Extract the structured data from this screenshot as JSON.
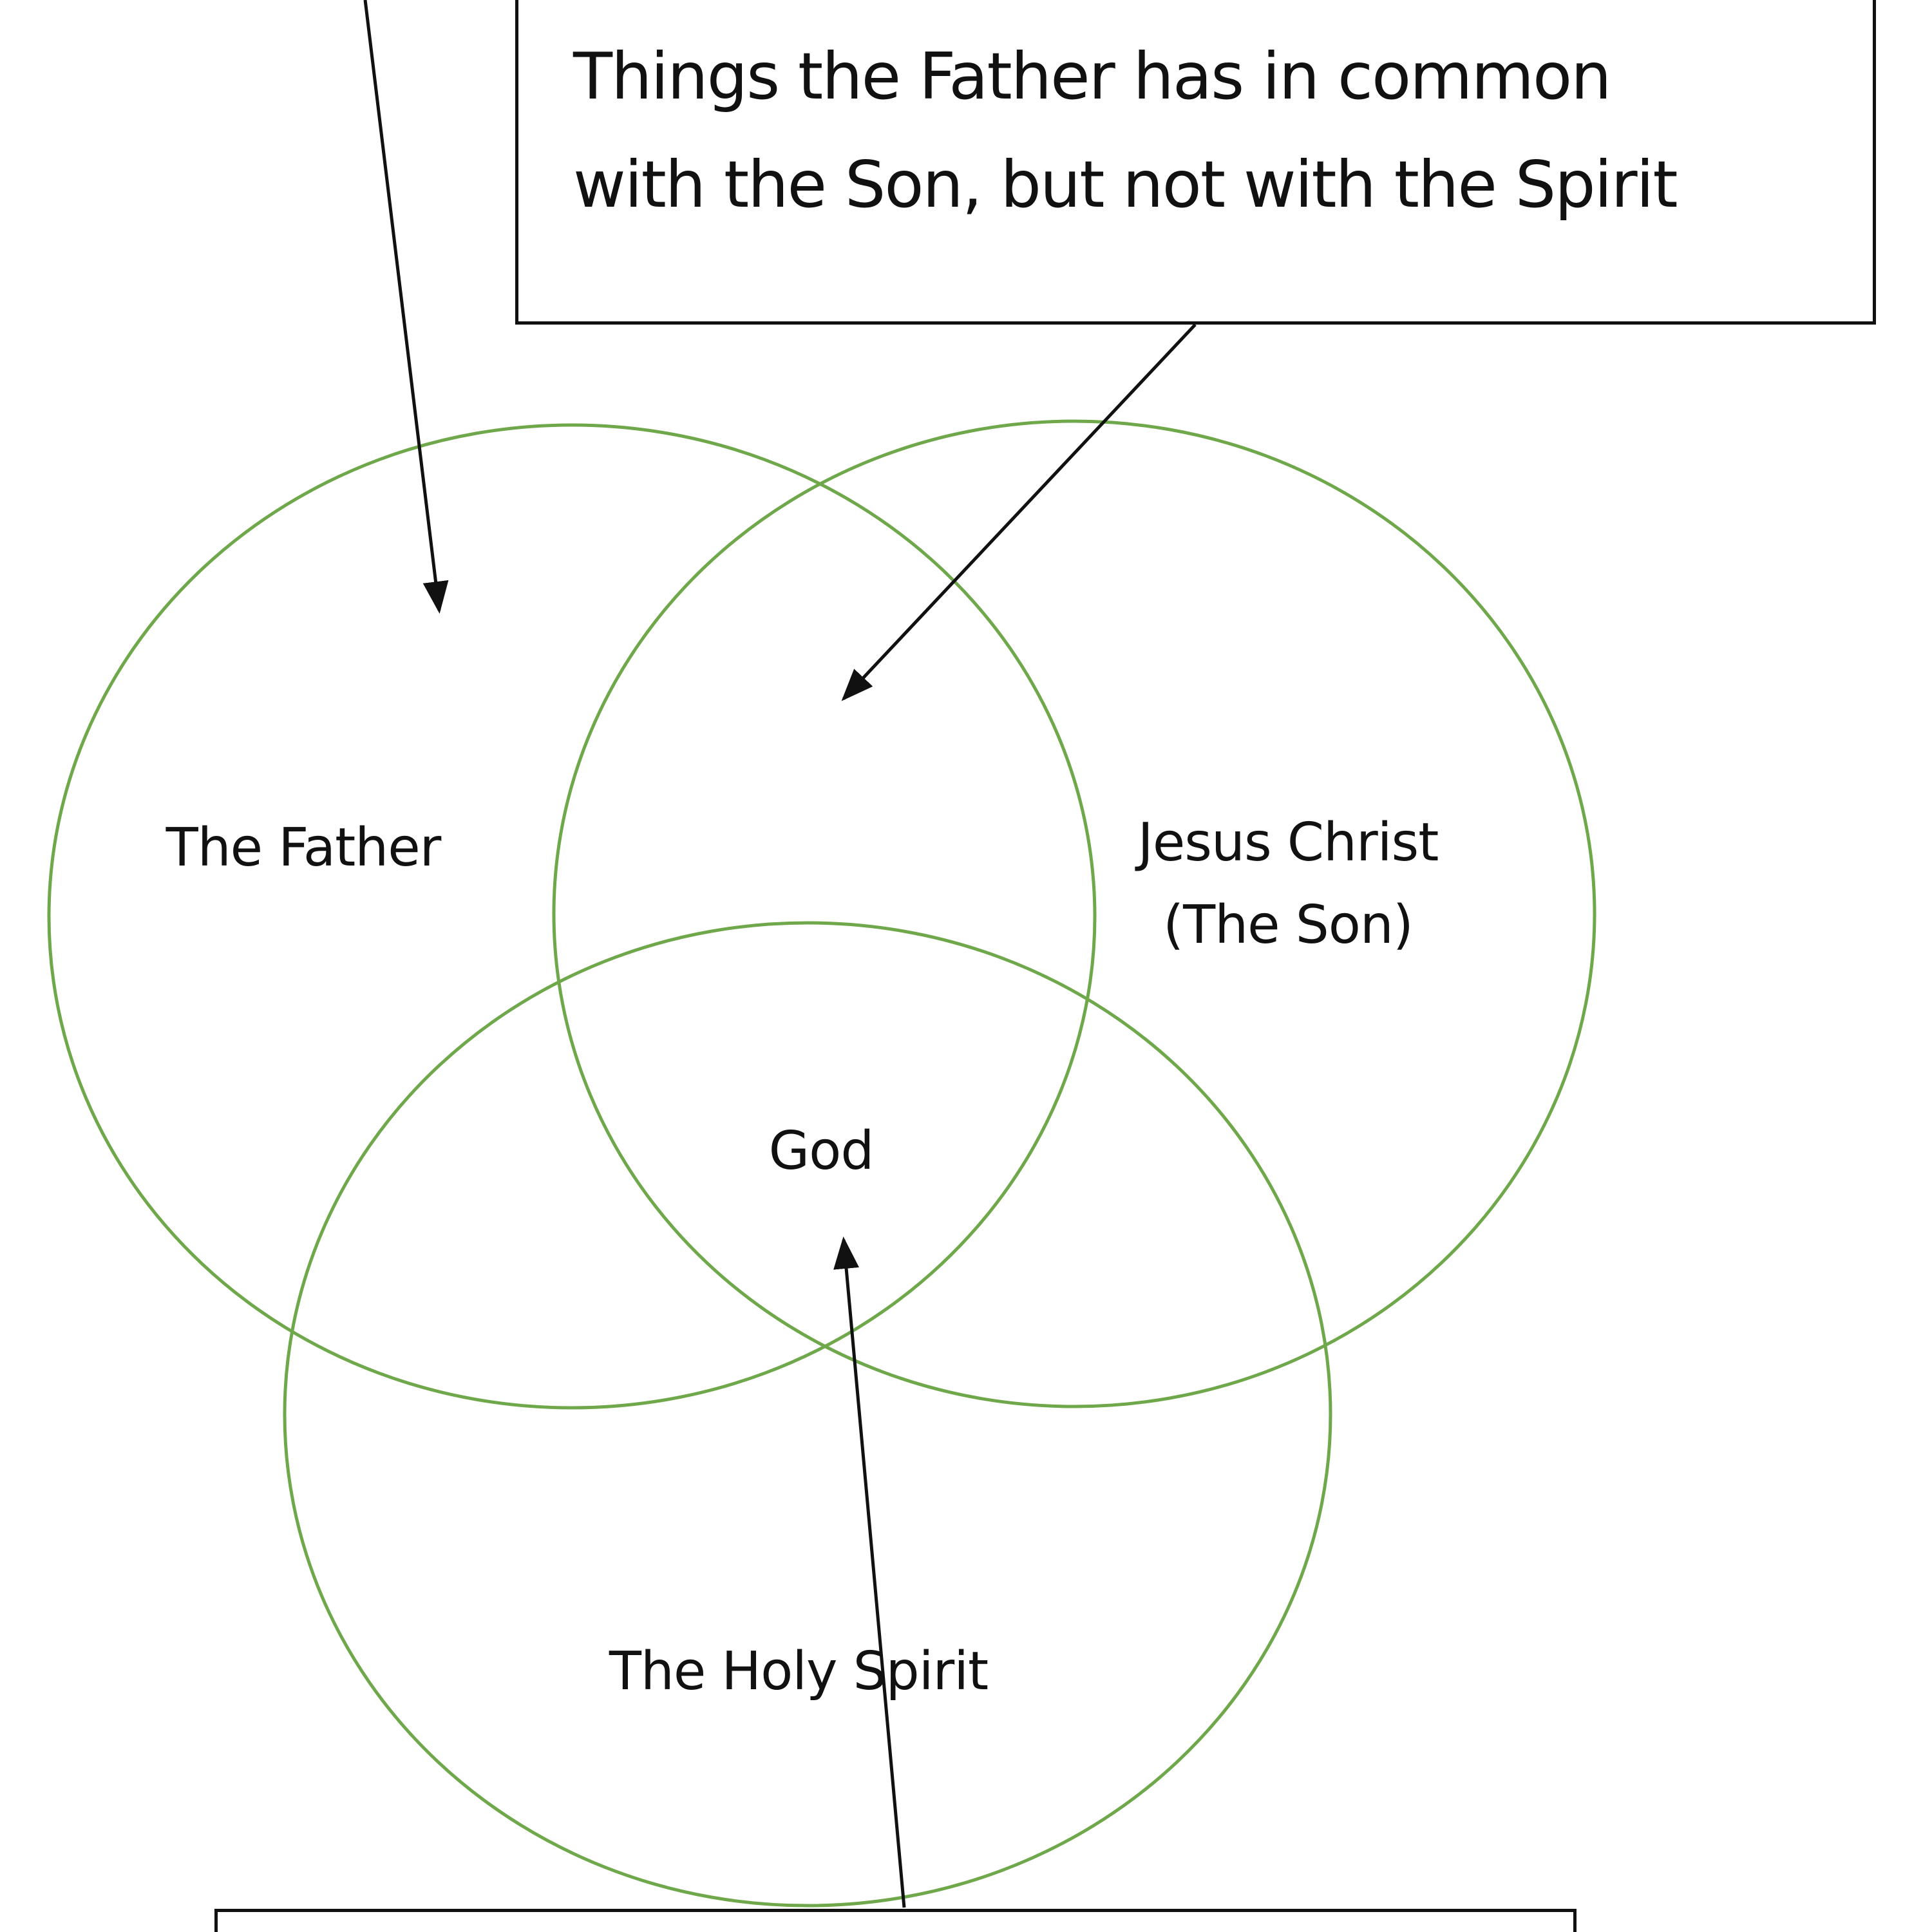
{
  "top_callout": {
    "lines": [
      "Things the Father has in common",
      "with the Son, but not with the Spirit"
    ]
  },
  "circles": {
    "father": "The Father",
    "son_line1": "Jesus Christ",
    "son_line2": "(The Son)",
    "spirit": "The Holy Spirit",
    "center": "God"
  },
  "colors": {
    "circle_stroke": "#6fa84a",
    "line": "#111111"
  }
}
